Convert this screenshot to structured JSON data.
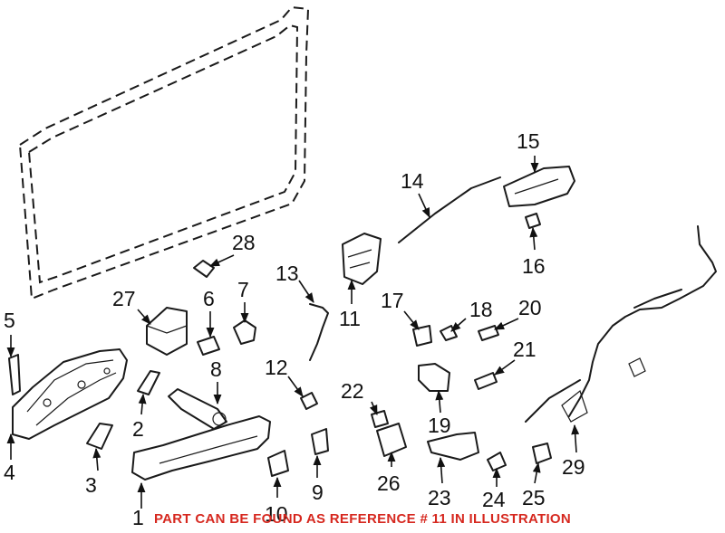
{
  "callouts": [
    "1",
    "2",
    "3",
    "4",
    "5",
    "6",
    "7",
    "8",
    "9",
    "10",
    "11",
    "12",
    "13",
    "14",
    "15",
    "16",
    "17",
    "18",
    "19",
    "20",
    "21",
    "22",
    "23",
    "24",
    "25",
    "26",
    "27",
    "28",
    "29"
  ],
  "footer": {
    "note": "PART CAN BE FOUND AS REFERENCE # 11 IN ILLUSTRATION",
    "color": "#d6281f"
  },
  "highlight_reference": "11"
}
